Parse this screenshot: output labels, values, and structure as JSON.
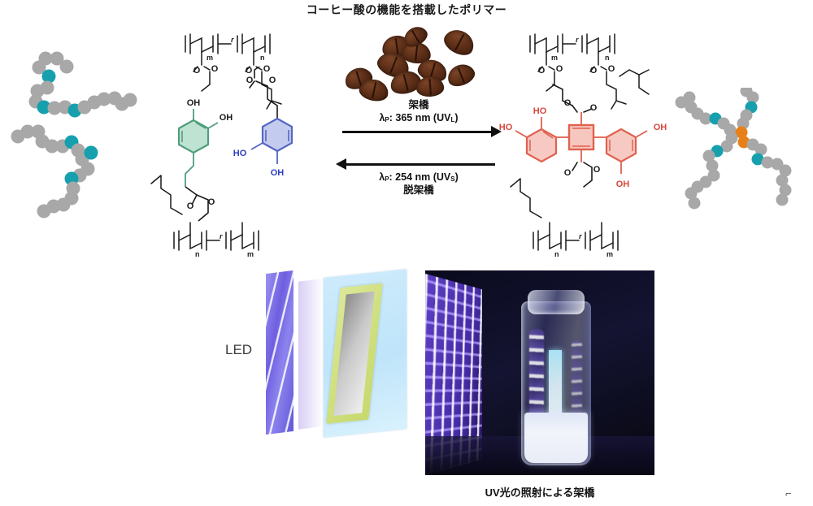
{
  "figure": {
    "title": "コーヒー酸の機能を搭載したポリマー",
    "photo_caption": "UV光の照射による架橋",
    "corner_mark": "⌐"
  },
  "reaction": {
    "forward_label": "架橋",
    "forward_condition_prefix": "λ",
    "forward_condition_sub": "P",
    "forward_condition": ": 365 nm (UV",
    "forward_condition_sub2": "L",
    "forward_condition_end": ")",
    "reverse_condition_prefix": "λ",
    "reverse_condition_sub": "P",
    "reverse_condition": ": 254 nm (UV",
    "reverse_condition_sub2": "S",
    "reverse_condition_end": ")",
    "reverse_label": "脱架橋",
    "forward_wavelength": "365 nm",
    "reverse_wavelength": "254 nm",
    "forward_uv_type": "UVL",
    "reverse_uv_type": "UVs"
  },
  "left_structure": {
    "backbone_top_subscripts": [
      "m",
      "r",
      "n"
    ],
    "backbone_bottom_subscripts": [
      "n",
      "r",
      "m"
    ],
    "green_ring_labels": [
      "OH",
      "OH"
    ],
    "blue_ring_labels": [
      "HO",
      "OH"
    ],
    "ester_atoms": [
      "O",
      "O"
    ],
    "green_ring_color": "#7fc8a9",
    "blue_ring_color": "#7e90dd"
  },
  "right_structure": {
    "backbone_top_subscripts": [
      "m",
      "r",
      "n"
    ],
    "backbone_bottom_subscripts": [
      "n",
      "r",
      "m"
    ],
    "catechol_left_labels": [
      "HO",
      "HO"
    ],
    "catechol_right_labels": [
      "OH",
      "OH"
    ],
    "ester_atoms": [
      "O",
      "O",
      "O",
      "O"
    ],
    "cyclobutane_color": "#e8796b",
    "ring_fill_color": "#f4b3a8"
  },
  "polymer_cartoon": {
    "monomer_color": "#a8a8a8",
    "functional_color": "#16a0ae",
    "crosslink_color": "#e8801a",
    "left_chains": 2,
    "right_network_arms": 5
  },
  "led_illustration": {
    "label": "LED",
    "panel_color": "#6f5fe0",
    "cuvette_color": "#c9e8fa",
    "sample_color": "#cfe07e"
  },
  "photo": {
    "background_color": "#0d0d20",
    "led_color": "#6a4bd8",
    "vial_liquid_color": "#eef1fa"
  }
}
